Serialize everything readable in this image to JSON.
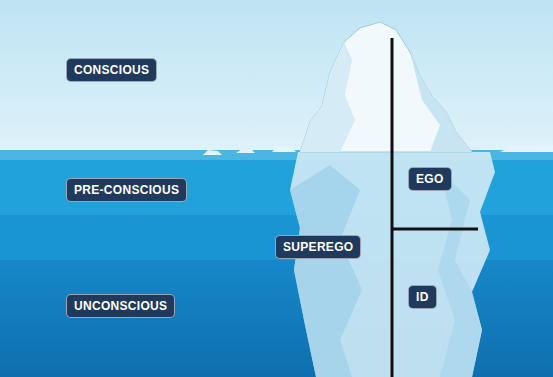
{
  "diagram": {
    "nodes": [
      {
        "text": [
          "CONSCIOUS"
        ]
      },
      {
        "text": [
          "PRE-CONSCIOUS"
        ]
      },
      {
        "text": [
          "EGO"
        ]
      },
      {
        "text": [
          "SUPEREGO"
        ]
      },
      {
        "text": [
          "UNCONSCIOUS"
        ]
      },
      {
        "text": [
          "ID"
        ]
      }
    ]
  }
}
